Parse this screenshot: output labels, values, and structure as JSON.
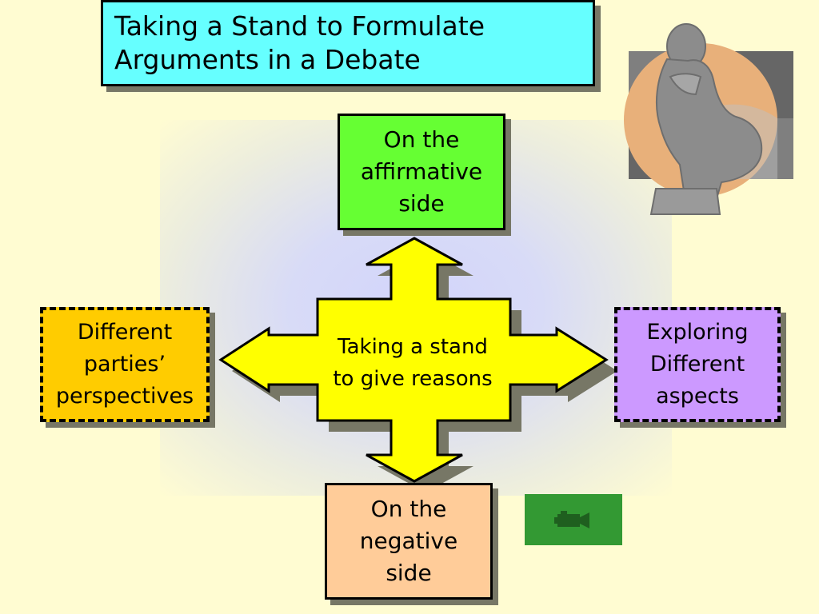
{
  "slide": {
    "title": [
      "Taking a Stand to Formulate",
      "Arguments in a Debate"
    ],
    "center": [
      "Taking a stand",
      "to give reasons"
    ],
    "top_box": [
      "On the",
      "affirmative",
      "side"
    ],
    "bottom_box": [
      "On the",
      "negative",
      "side"
    ],
    "left_box": [
      "Different",
      "parties’",
      "perspectives"
    ],
    "right_box": [
      "Exploring",
      "Different",
      "aspects"
    ]
  },
  "icons": {
    "thinker": "thinker-statue-clipart",
    "media": "video-camera-icon"
  },
  "colors": {
    "background": "#fffcd2",
    "title_fill": "#66ffff",
    "affirmative_fill": "#66ff33",
    "negative_fill": "#ffcc99",
    "parties_fill": "#ffcc00",
    "exploring_fill": "#cc99ff",
    "arrow_fill": "#ffff00",
    "media_button": "#339933"
  }
}
